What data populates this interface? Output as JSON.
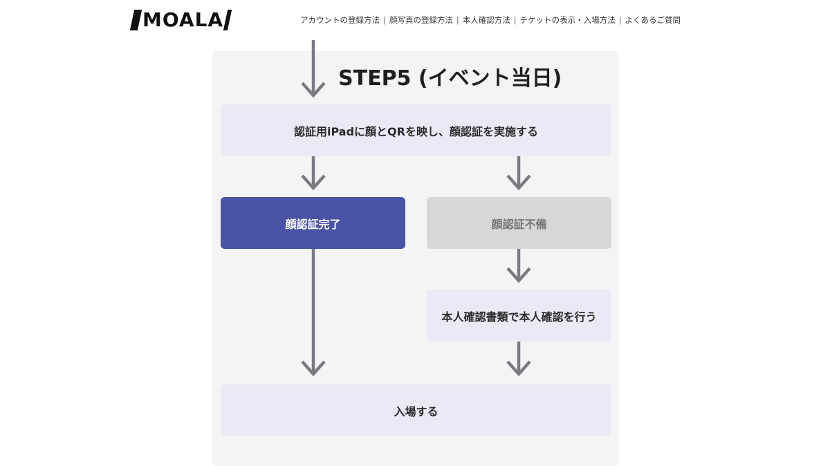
{
  "header": {
    "logo_text": "MOALA",
    "nav": [
      "アカウントの登録方法",
      "顔写真の登録方法",
      "本人確認方法",
      "チケットの表示・入場方法",
      "よくあるご質問"
    ],
    "separator": "|"
  },
  "flow": {
    "title": "STEP5 (イベント当日)",
    "step_scan": "認証用iPadに顔とQRを映し、顔認証を実施する",
    "result_ok": "顔認証完了",
    "result_ng": "顔認証不備",
    "manual_check": "本人確認書類で本人確認を行う",
    "enter": "入場する"
  },
  "colors": {
    "panel": "#f4f4f5",
    "step_box": "#e9eaf5",
    "success": "#4a52a6",
    "failure": "#d7d7d7",
    "arrow": "#7a7a82"
  }
}
